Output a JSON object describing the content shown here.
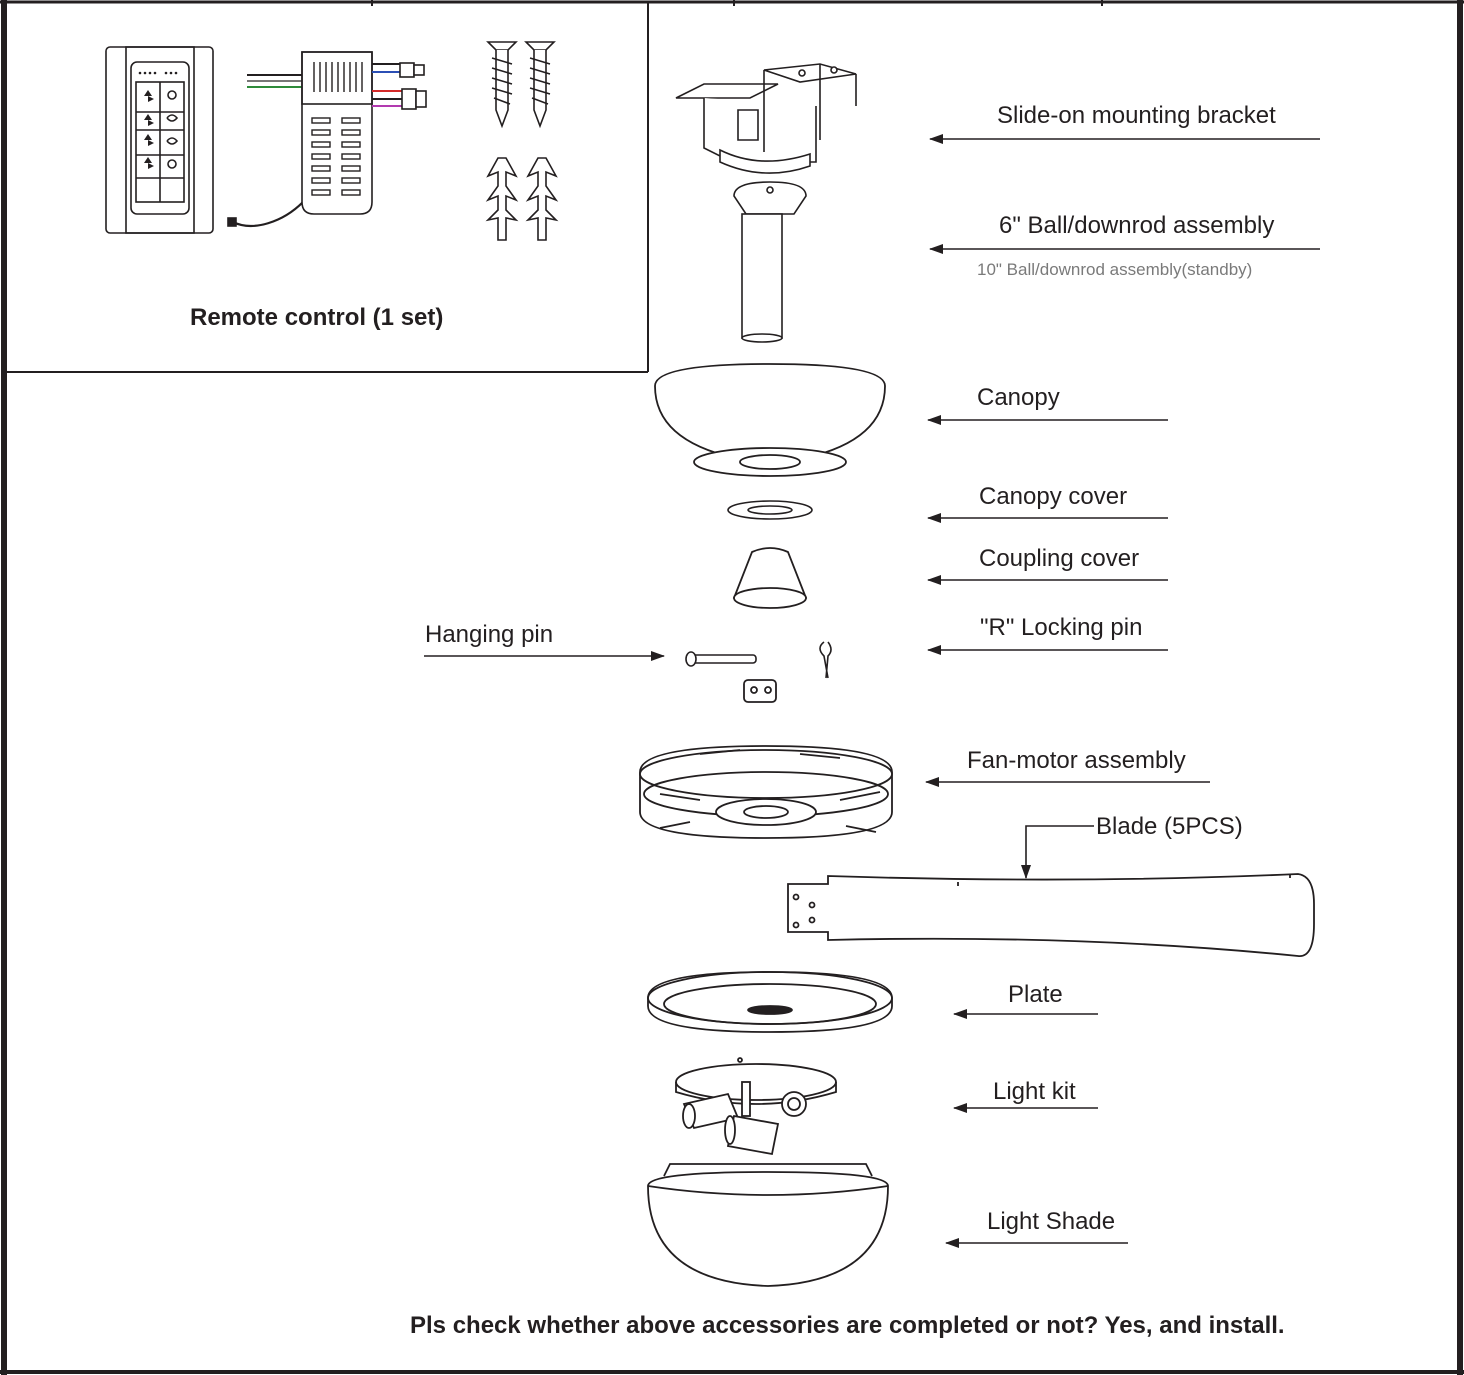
{
  "remote_box": {
    "title": "Remote control (1 set)"
  },
  "parts": {
    "bracket": "Slide-on mounting bracket",
    "downrod": "6\" Ball/downrod assembly",
    "downrod_standby": "10\" Ball/downrod assembly(standby)",
    "canopy": "Canopy",
    "canopy_cover": "Canopy cover",
    "coupling_cover": "Coupling cover",
    "hanging_pin": "Hanging pin",
    "locking_pin": "\"R\" Locking pin",
    "fan_motor": "Fan-motor assembly",
    "blade": "Blade (5PCS)",
    "plate": "Plate",
    "light_kit": "Light kit",
    "light_shade": "Light Shade"
  },
  "footer_note": "Pls check whether above accessories are completed or not? Yes, and install.",
  "colors": {
    "line": "#231f20",
    "wire_blue": "#2b4fb5",
    "wire_green": "#2e8b3a",
    "wire_red": "#d42a2a",
    "wire_magenta": "#b23ab0"
  }
}
